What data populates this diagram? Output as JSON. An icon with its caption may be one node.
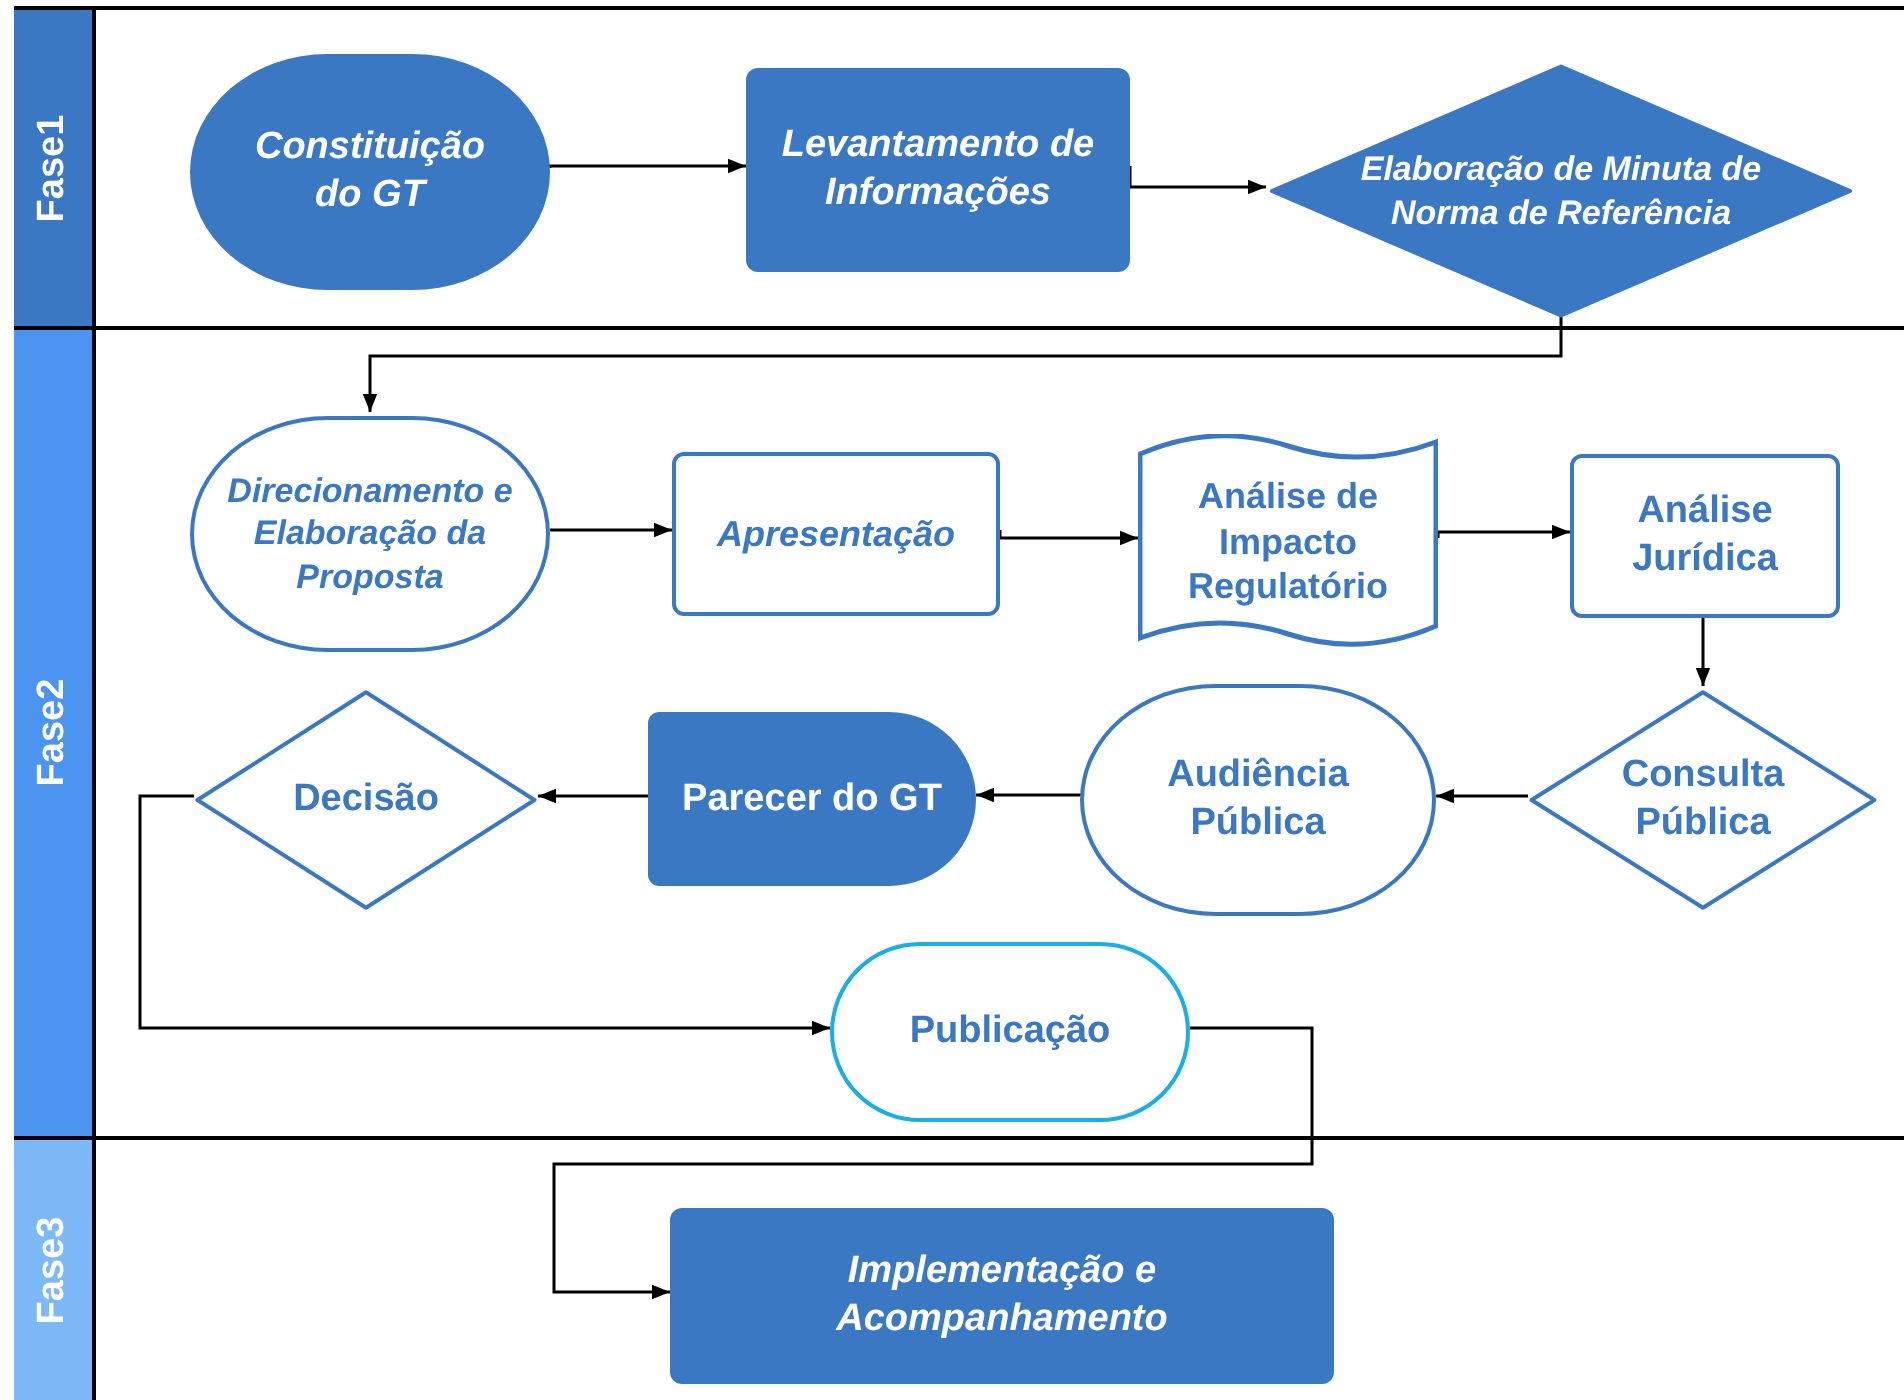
{
  "diagram": {
    "nodes": [
      {
        "text": [
          "Fase1"
        ]
      },
      {
        "text": [
          "Constituição do GT"
        ],
        "in": 0
      },
      {
        "text": [
          "Levantamento de Informações"
        ],
        "in": 0
      },
      {
        "text": [
          "Elaboração de Minuta de Norma de Referência"
        ],
        "in": 0
      },
      {
        "text": [
          "Fase2"
        ]
      },
      {
        "text": [
          "Direcionamento e Elaboração da Proposta"
        ],
        "in": 4
      },
      {
        "text": [
          "Apresentação"
        ],
        "in": 4
      },
      {
        "text": [
          "Análise de Impacto Regulatório"
        ],
        "in": 4
      },
      {
        "text": [
          "Análise Jurídica"
        ],
        "in": 4
      },
      {
        "text": [
          "Consulta Pública"
        ],
        "in": 4
      },
      {
        "text": [
          "Audiência Pública"
        ],
        "in": 4
      },
      {
        "text": [
          "Parecer do GT"
        ],
        "in": 4
      },
      {
        "text": [
          "Decisão"
        ],
        "in": 4
      },
      {
        "text": [
          "Publicação"
        ],
        "in": 4
      },
      {
        "text": [
          "Fase3"
        ]
      },
      {
        "text": [
          "Implementação e Acompanhamento"
        ],
        "in": 14
      }
    ],
    "edges": [
      {
        "from": 1,
        "to": 2,
        "arrow": "to"
      },
      {
        "from": 2,
        "to": 3,
        "arrow": "to"
      },
      {
        "from": 3,
        "to": 5,
        "arrow": "to"
      },
      {
        "from": 5,
        "to": 6,
        "arrow": "to"
      },
      {
        "from": 6,
        "to": 7,
        "arrow": "to"
      },
      {
        "from": 7,
        "to": 8,
        "arrow": "to"
      },
      {
        "from": 8,
        "to": 9,
        "arrow": "to"
      },
      {
        "from": 9,
        "to": 10,
        "arrow": "to"
      },
      {
        "from": 10,
        "to": 11,
        "arrow": "to"
      },
      {
        "from": 11,
        "to": 12,
        "arrow": "to"
      },
      {
        "from": 12,
        "to": 13,
        "arrow": "to"
      },
      {
        "from": 13,
        "to": 15,
        "arrow": "to"
      }
    ]
  }
}
